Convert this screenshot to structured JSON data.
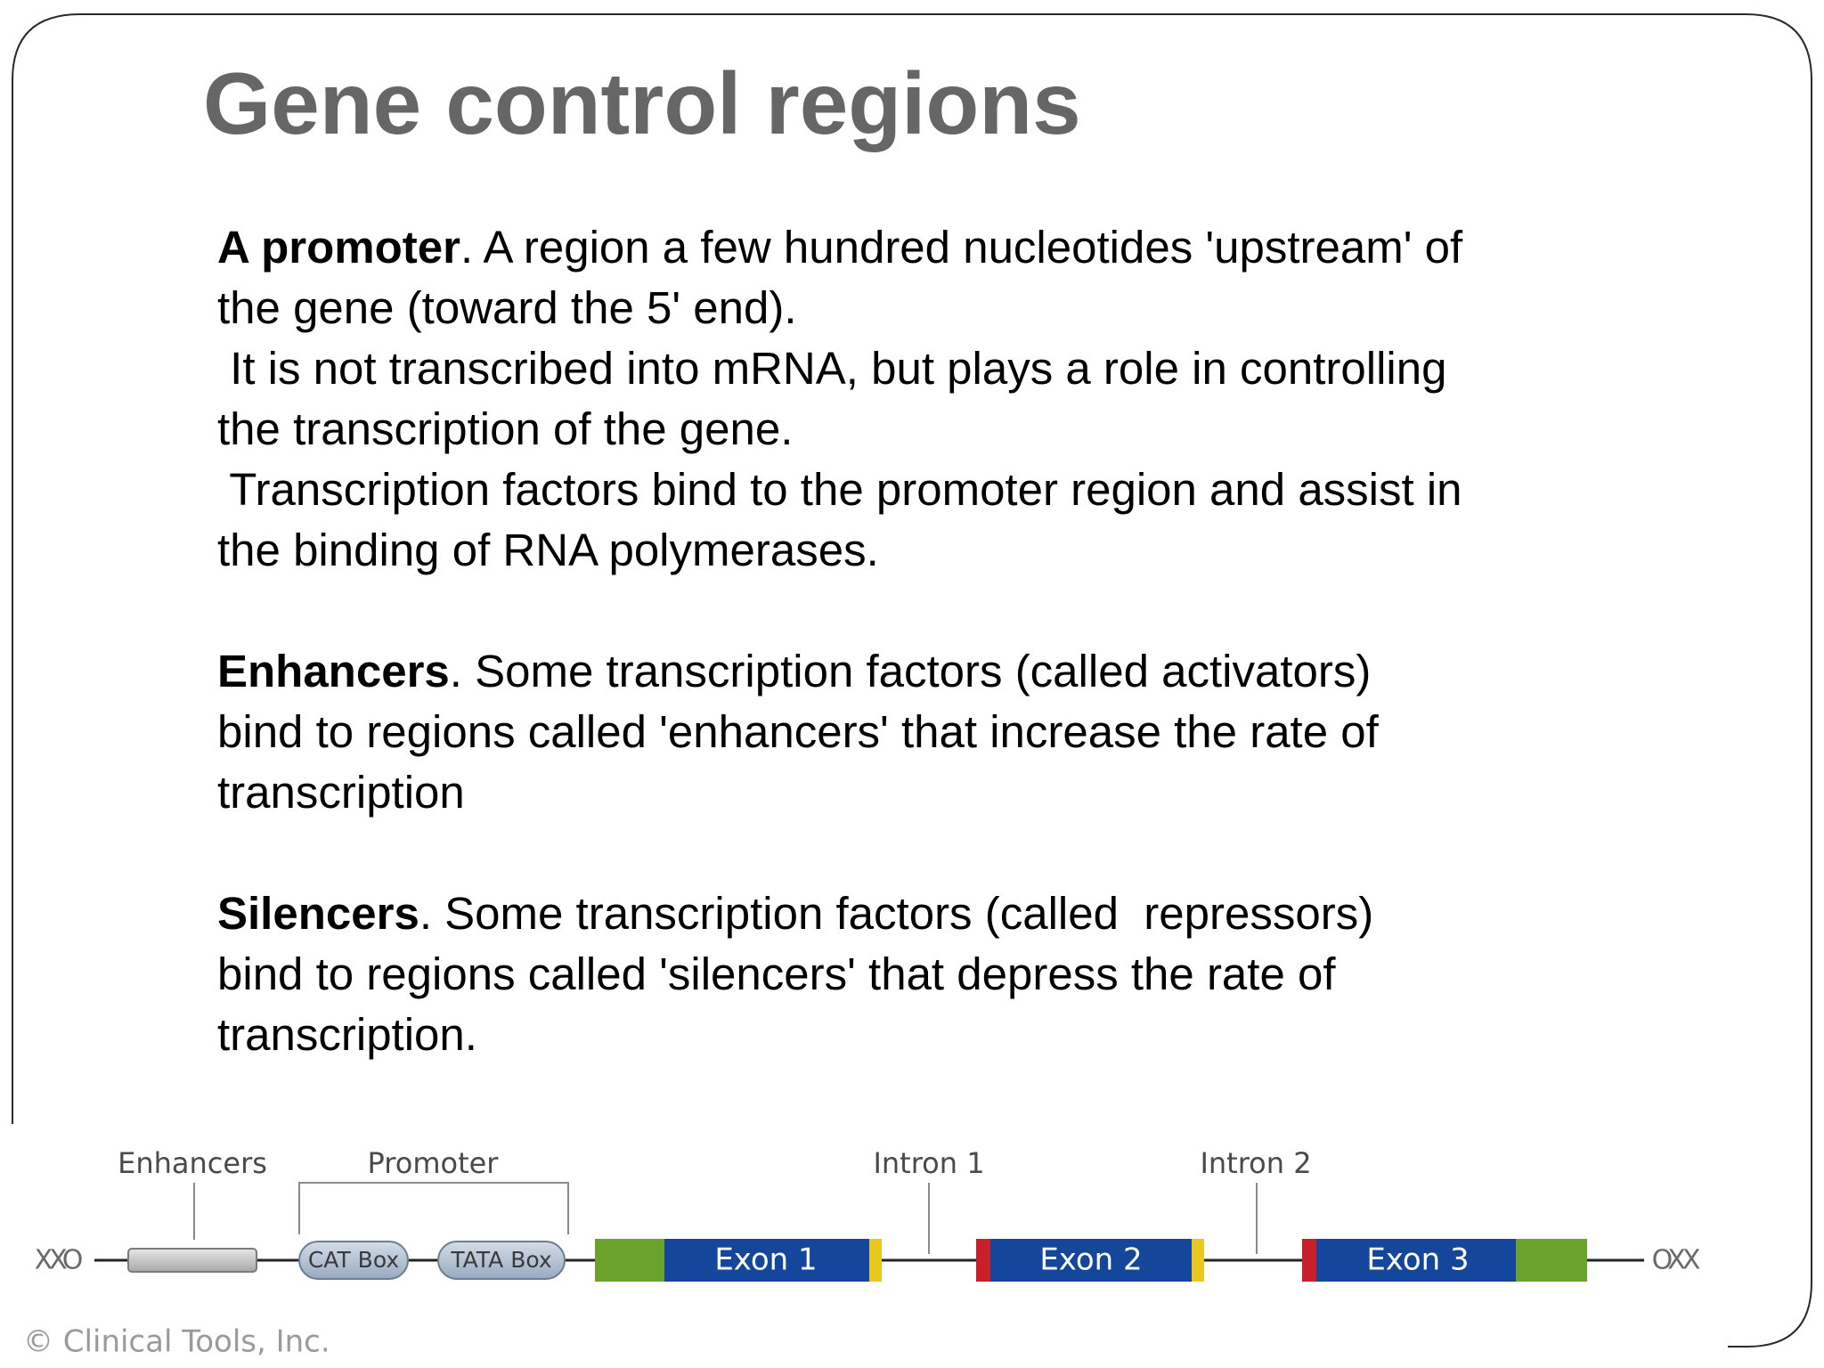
{
  "slide": {
    "title": "Gene control regions",
    "paragraphs": [
      {
        "term": "A promoter",
        "lines": [
          ". A region a few hundred nucleotides 'upstream' of",
          "the gene (toward the 5' end).",
          " It is not transcribed into mRNA, but plays a role in controlling",
          "the transcription of the gene.",
          " Transcription factors bind to the promoter region and assist in",
          "the binding of RNA polymerases."
        ]
      },
      {
        "term": "Enhancers",
        "lines": [
          ". Some transcription factors (called activators)",
          "bind to regions called 'enhancers' that increase the rate of",
          "transcription"
        ]
      },
      {
        "term": "Silencers",
        "lines": [
          ". Some transcription factors (called  repressors)",
          "bind to regions called 'silencers' that depress the rate of",
          "transcription."
        ]
      }
    ]
  },
  "diagram": {
    "labels": {
      "enhancers": "Enhancers",
      "promoter": "Promoter",
      "intron1": "Intron 1",
      "intron2": "Intron 2"
    },
    "boxes": {
      "cat": "CAT Box",
      "tata": "TATA Box"
    },
    "exons": [
      "Exon 1",
      "Exon 2",
      "Exon 3"
    ],
    "dna_end_left": "XXO",
    "dna_end_right": "OXX",
    "credit": "© Clinical Tools, Inc.",
    "colors": {
      "exon": "#14479c",
      "utr": "#6aa22c",
      "splice_red": "#c8202a",
      "splice_yellow": "#e8c81e",
      "enhancer": "#c4c4c4",
      "box_fill": "#b8c6d6"
    }
  }
}
